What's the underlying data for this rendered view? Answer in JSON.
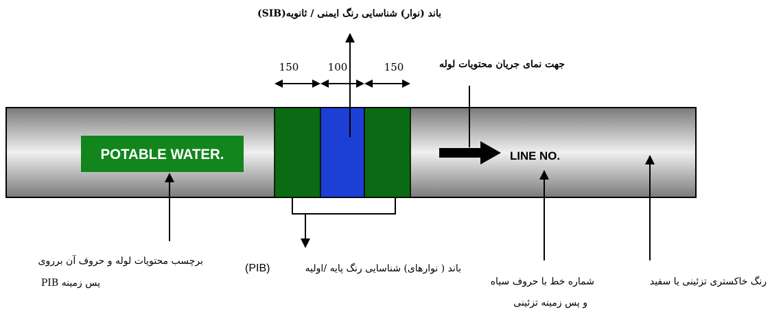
{
  "colors": {
    "pipe_dark": "#7a7a7a",
    "pipe_light": "#f0f0f0",
    "band_green": "#0a6b14",
    "band_blue": "#1d3fd6",
    "label_green": "#12851d",
    "line": "#000000"
  },
  "label": {
    "text": "POTABLE WATER."
  },
  "line_no": {
    "text": "LINE NO."
  },
  "dimensions": {
    "left": "150",
    "middle": "100",
    "right": "150"
  },
  "annotations": {
    "sib": "باند (نوار) شناسایی رنگ ایمنی / ثانویه(SIB)",
    "flow_direction": "جهت نمای جریان محتویات لوله",
    "label_caption_line1": "برچسب محتویات لوله و حروف آن برروی",
    "label_caption_line2": "پس زمینه PIB",
    "pib": "باند ( نوارهای) شناسایی رنگ پایه /اولیه",
    "pib_abbr": "(PIB)",
    "line_no_caption_line1": "شماره خط با حروف سیاه",
    "line_no_caption_line2": "و پس زمینه تزئینی",
    "pipe_color": "رنگ خاکستری تزئینی یا سفید"
  }
}
